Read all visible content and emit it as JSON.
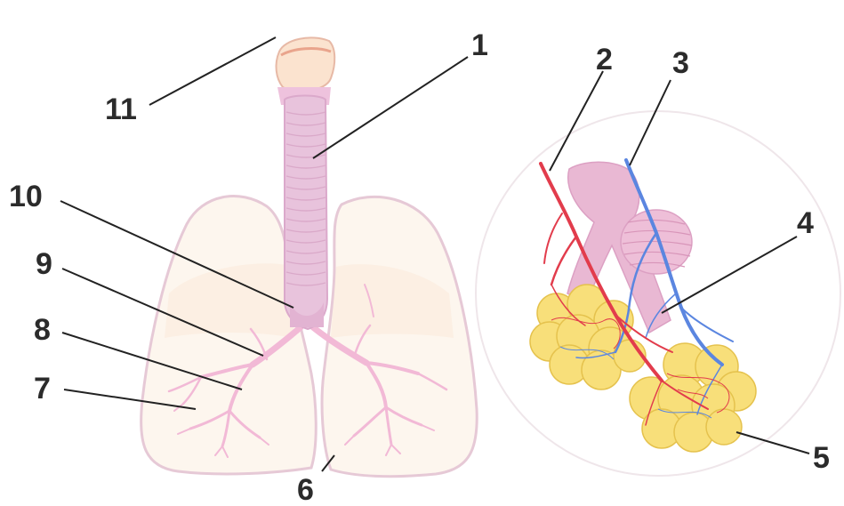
{
  "labels": {
    "l1": "1",
    "l2": "2",
    "l3": "3",
    "l4": "4",
    "l5": "5",
    "l6": "6",
    "l7": "7",
    "l8": "8",
    "l9": "9",
    "l10": "10",
    "l11": "11"
  },
  "colors": {
    "trachea": "#e8c3dc",
    "lung_fill": "#fdf6ee",
    "lung_outline": "#e6c9d6",
    "bronchi": "#f2b9d6",
    "alveoli": "#f8df7a",
    "artery": "#e23c4c",
    "vein": "#5b86e0",
    "leader": "#222222"
  },
  "icons": {
    "trachea": "trachea-icon",
    "lungs": "lungs-icon",
    "alveoli_cluster": "alveoli-cluster-icon"
  }
}
